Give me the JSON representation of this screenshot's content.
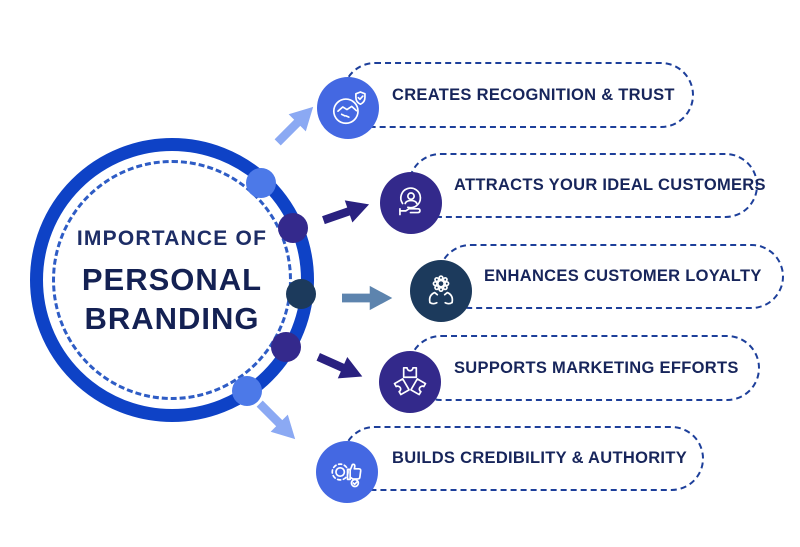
{
  "hub": {
    "line1": "IMPORTANCE OF",
    "line2": "PERSONAL",
    "line3": "BRANDING",
    "ring_color": "#0e42c6",
    "dashed_ring_color": "#2e5cc5",
    "title_color": "#1d2d66",
    "title_bold_color": "#142153"
  },
  "items": [
    {
      "label": "CREATES RECOGNITION & TRUST",
      "icon": "handshake-shield-icon",
      "icon_bg": "#4468e2",
      "arrow_color": "#8ba9f3",
      "dot_color": "#4c79e8"
    },
    {
      "label": "ATTRACTS YOUR IDEAL CUSTOMERS",
      "icon": "customer-in-hand-icon",
      "icon_bg": "#33298b",
      "arrow_color": "#2a2180",
      "dot_color": "#34298c"
    },
    {
      "label": "ENHANCES CUSTOMER LOYALTY",
      "icon": "hands-holding-gear-icon",
      "icon_bg": "#1c3a5c",
      "arrow_color": "#5d84ae",
      "dot_color": "#1c3a5c"
    },
    {
      "label": "SUPPORTS MARKETING EFFORTS",
      "icon": "puzzle-pieces-icon",
      "icon_bg": "#33298b",
      "arrow_color": "#2a2180",
      "dot_color": "#34298c"
    },
    {
      "label": "BUILDS CREDIBILITY & AUTHORITY",
      "icon": "thumbs-up-gear-icon",
      "icon_bg": "#4468e2",
      "arrow_color": "#8ba9f3",
      "dot_color": "#4c79e8"
    }
  ],
  "pill_border_color": "#1d3f9a",
  "label_color": "#17255b",
  "background_color": "#ffffff"
}
